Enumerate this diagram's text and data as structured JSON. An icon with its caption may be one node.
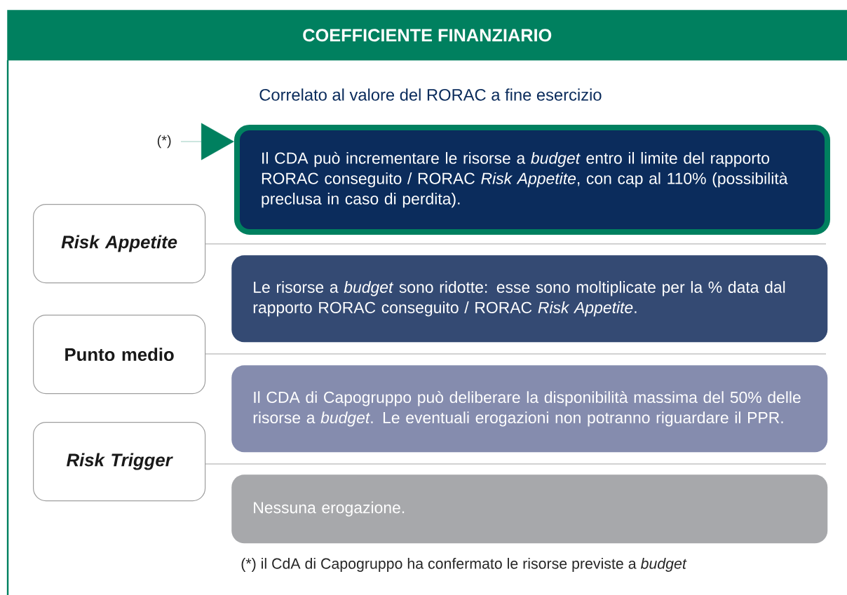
{
  "diagram": {
    "title": "COEFFICIENTE FINANZIARIO",
    "nodes": [
      {
        "text": [
          "Risk Appetite"
        ]
      },
      {
        "text": [
          "Punto medio"
        ]
      },
      {
        "text": [
          "Risk Trigger"
        ]
      },
      {
        "text": [
          "Il CDA può incrementare le risorse a *budget* entro il limite del rapporto RORAC conseguito / RORAC *Risk Appetite*, con cap al 110% (possibilità preclusa in caso di perdita)."
        ]
      },
      {
        "text": [
          "Le risorse a *budget* sono ridotte: esse sono moltiplicate per la % data dal rapporto RORAC conseguito / RORAC *Risk Appetite*."
        ]
      },
      {
        "text": [
          "Il CDA di Capogruppo può deliberare la disponibilità massima del 50% delle risorse a *budget*. Le eventuali erogazioni non potranno riguardare il PPR."
        ]
      },
      {
        "text": [
          "Nessuna erogazione."
        ]
      },
      {
        "text": [
          "(*)"
        ]
      }
    ],
    "edges": [
      {
        "from": 7,
        "to": 3,
        "arrow": "to"
      }
    ],
    "labels": [
      "Correlato al valore del RORAC a fine esercizio",
      "(*) il CdA di Capogruppo ha confermato le risorse previste a *budget*"
    ]
  }
}
